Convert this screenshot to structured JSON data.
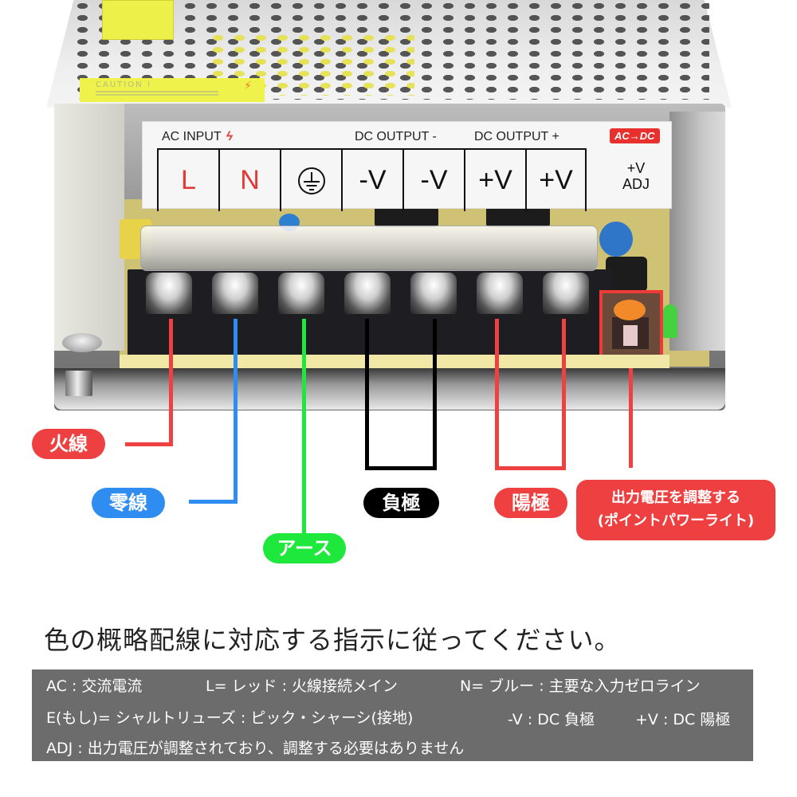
{
  "device": {
    "caution_sticker": {
      "title": "CAUTION !",
      "icon": "lightning-icon"
    },
    "label_strip": {
      "ac_input": "AC INPUT",
      "dc_output_minus": "DC OUTPUT -",
      "dc_output_plus": "DC OUTPUT +",
      "badge": "AC→DC",
      "adj_top": "+V",
      "adj_bottom": "ADJ",
      "terminals": [
        "L",
        "N",
        "⏚",
        "-V",
        "-V",
        "+V",
        "+V"
      ]
    },
    "colors": {
      "live": "#ee4242",
      "neutral": "#2f8cf0",
      "earth": "#1ee83c",
      "negative": "#000000",
      "positive": "#ee4242"
    }
  },
  "callouts": {
    "live": "火線",
    "neutral": "零線",
    "earth": "アース",
    "negative": "負極",
    "positive": "陽極",
    "adjust_line1": "出力電圧を調整する",
    "adjust_line2": "(ポイントパワーライト)"
  },
  "instruction": "色の概略配線に対応する指示に従ってください。",
  "legend": {
    "row1": {
      "ac": "AC : 交流電流",
      "l": "L= レッド : 火線接続メイン",
      "n": "N= ブルー : 主要な入力ゼロライン"
    },
    "row2": {
      "e": "E(もし)=  シャルトリューズ : ピック・シャーシ(接地)",
      "neg": "-V : DC 負極",
      "pos": "+V : DC 陽極"
    },
    "row3": {
      "adj": "ADJ : 出力電圧が調整されており、調整する必要はありません"
    }
  }
}
